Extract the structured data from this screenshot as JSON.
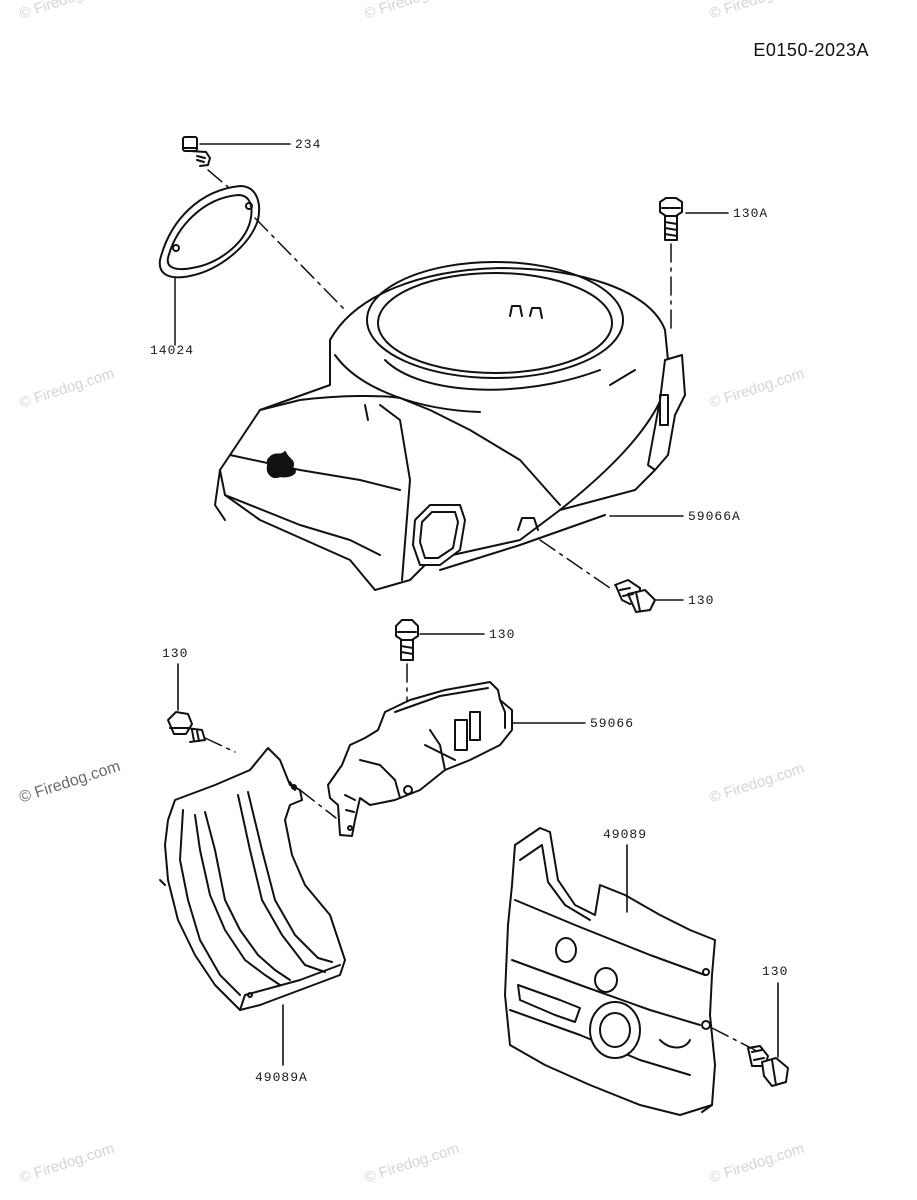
{
  "diagram_code": "E0150-2023A",
  "watermark_text": "© Firedog.com",
  "parts": [
    {
      "id": "p234",
      "number": "234",
      "name": "bolt",
      "icon": "bolt-icon"
    },
    {
      "id": "p130A",
      "number": "130A",
      "name": "bolt",
      "icon": "bolt-icon"
    },
    {
      "id": "p14024",
      "number": "14024",
      "name": "cover",
      "icon": "cover-icon"
    },
    {
      "id": "p59066A",
      "number": "59066A",
      "name": "housing",
      "icon": "fan-housing-icon"
    },
    {
      "id": "p130_a",
      "number": "130",
      "name": "bolt",
      "icon": "bolt-icon"
    },
    {
      "id": "p130_b",
      "number": "130",
      "name": "bolt",
      "icon": "bolt-icon"
    },
    {
      "id": "p59066",
      "number": "59066",
      "name": "bracket",
      "icon": "bracket-icon"
    },
    {
      "id": "p130_c",
      "number": "130",
      "name": "bolt",
      "icon": "bolt-icon"
    },
    {
      "id": "p49089",
      "number": "49089",
      "name": "cover",
      "icon": "cylinder-cover-icon"
    },
    {
      "id": "p49089A",
      "number": "49089A",
      "name": "cover",
      "icon": "cylinder-cover-icon"
    },
    {
      "id": "p130_d",
      "number": "130",
      "name": "bolt",
      "icon": "bolt-icon"
    }
  ]
}
